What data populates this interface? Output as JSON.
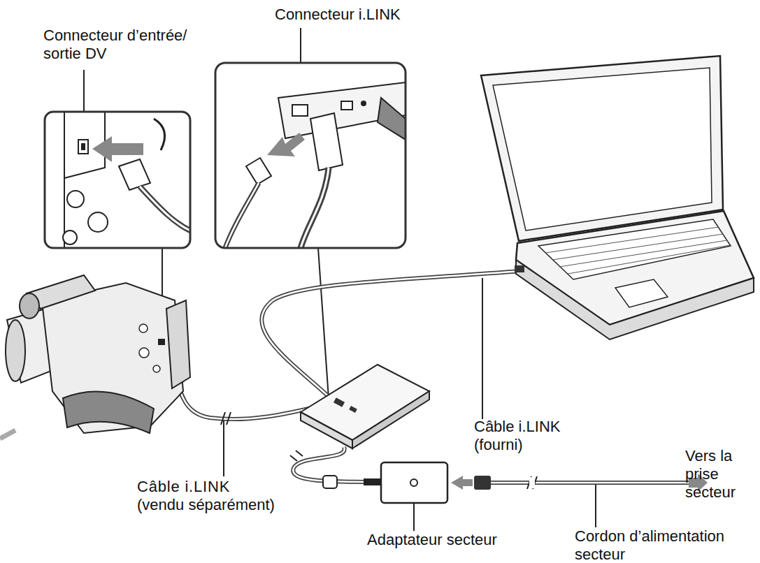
{
  "diagram": {
    "labels": [
      "Connecteur i.LINK",
      "Connecteur d’entrée/ sortie DV",
      "Câble i.LINK (fourni)",
      "Vers la prise secteur",
      "Câble i.LINK (vendu séparément)",
      "Adaptateur secteur",
      "Cordon d’alimentation secteur"
    ]
  }
}
